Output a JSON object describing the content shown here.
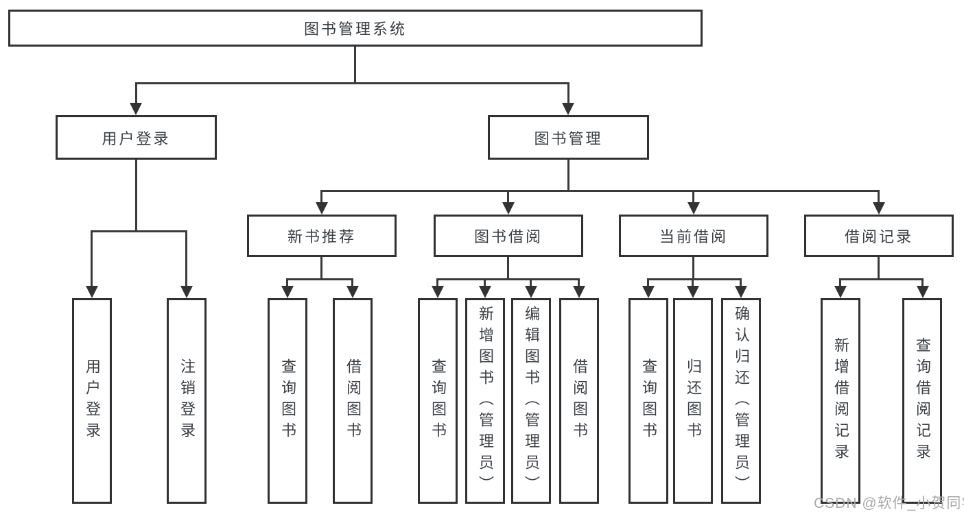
{
  "diagram": {
    "root": "图书管理系统",
    "user": {
      "label": "用户登录",
      "children": [
        "用户登录",
        "注销登录"
      ]
    },
    "books": {
      "label": "图书管理",
      "sections": [
        {
          "label": "新书推荐",
          "children": [
            "查询图书",
            "借阅图书"
          ]
        },
        {
          "label": "图书借阅",
          "children": [
            "查询图书",
            "新增图书（管理员）",
            "编辑图书（管理员）",
            "借阅图书"
          ]
        },
        {
          "label": "当前借阅",
          "children": [
            "查询图书",
            "归还图书",
            "确认归还（管理员）"
          ]
        },
        {
          "label": "借阅记录",
          "children": [
            "新增借阅记录",
            "查询借阅记录"
          ]
        }
      ]
    }
  },
  "watermark": "CSDN @软件_小贺同学",
  "colors": {
    "line": "#3a3a3a",
    "border": "#2f3133",
    "text": "#3a3f45",
    "watermark": "#a9a9a9",
    "background": "#ffffff"
  }
}
